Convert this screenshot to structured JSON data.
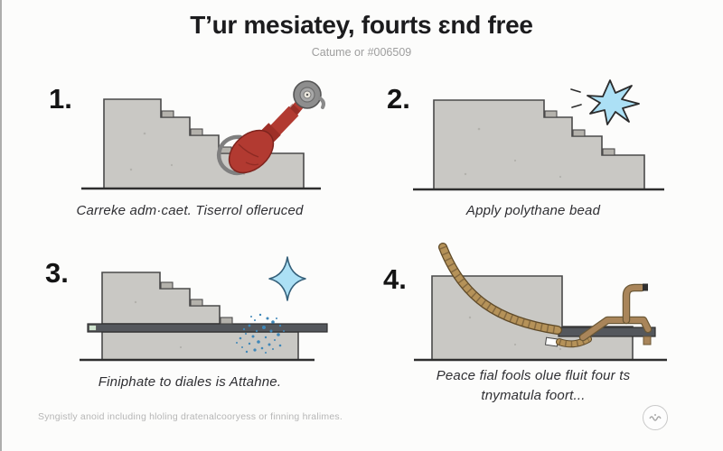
{
  "page": {
    "title": "T’ur mesiatey, fourts ɛnd free",
    "subtitle": "Catume or #006509",
    "footer": "Syngistly anoid including hloling dratenalcooryess or finning hralimes."
  },
  "steps": [
    {
      "number": "1.",
      "caption": "Carreke adm·caet. Tiserrol oﬂeruced",
      "illustration": "stairs-with-red-grinder-tool"
    },
    {
      "number": "2.",
      "caption": "Apply polythane bead",
      "illustration": "stairs-with-sparkle-burst"
    },
    {
      "number": "3.",
      "caption": "Finiphate to diales is Attahne.",
      "illustration": "stairs-with-dark-board-spray-and-sparkle"
    },
    {
      "number": "4.",
      "caption": "Peace fial fools olue fluit four ts tnymatula foort...",
      "illustration": "slope-with-segmented-hose-and-pipes"
    }
  ],
  "badge": {
    "icon": "watermark-circle-icon"
  },
  "colors": {
    "background": "#fcfcfb",
    "title_color": "#1c1c1e",
    "subtitle_color": "#9e9e9e",
    "caption_color": "#2f2f33",
    "footer_color": "#b6b6b6",
    "stairs_fill": "#c9c8c4",
    "stairs_stroke": "#4a4a4a",
    "tab_fill": "#b4b2ac",
    "baseline": "#2e2e2e",
    "tool_red": "#b23a31",
    "tool_red_dark": "#7e241e",
    "disc_gray": "#8e8e8e",
    "sparkle_blue": "#ace0f5",
    "spray_blue": "#3f87b8",
    "board_dark": "#54575c",
    "hose_tan": "#b59259",
    "pipe_brown": "#a9855a"
  }
}
